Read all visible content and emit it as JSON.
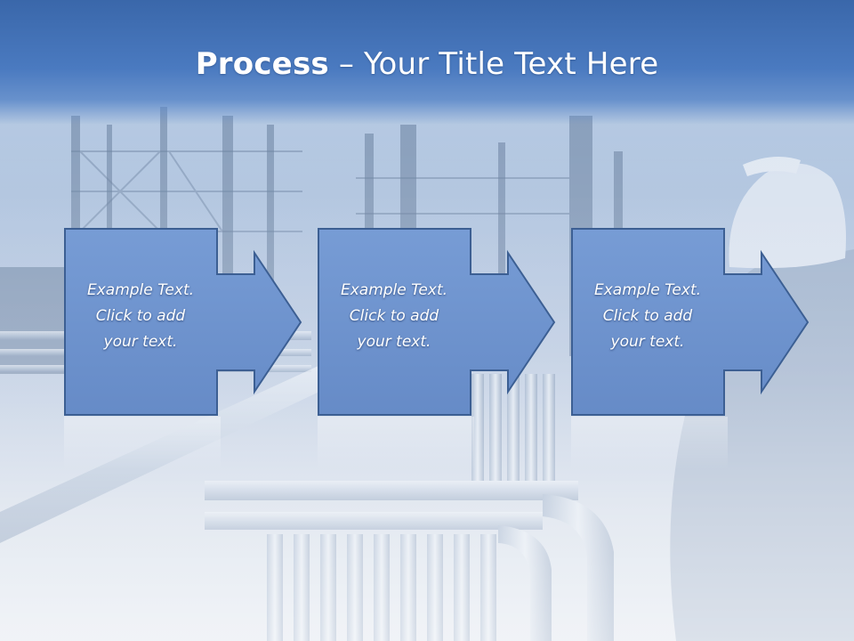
{
  "slide": {
    "title_bold": "Process",
    "title_rest": " – Your Title Text Here"
  },
  "steps": [
    {
      "line1": "Example Text.",
      "line2": "Click  to add",
      "line3": "your text."
    },
    {
      "line1": "Example Text.",
      "line2": "Click  to add",
      "line3": "your text."
    },
    {
      "line1": "Example Text.",
      "line2": "Click  to add",
      "line3": "your text."
    }
  ],
  "colors": {
    "header": "#3f6fb4",
    "step_fill": "#6e94cf",
    "step_border": "#3c5f93",
    "text": "#ffffff"
  },
  "icons": {
    "step_shape": "right-arrow-callout-icon"
  }
}
